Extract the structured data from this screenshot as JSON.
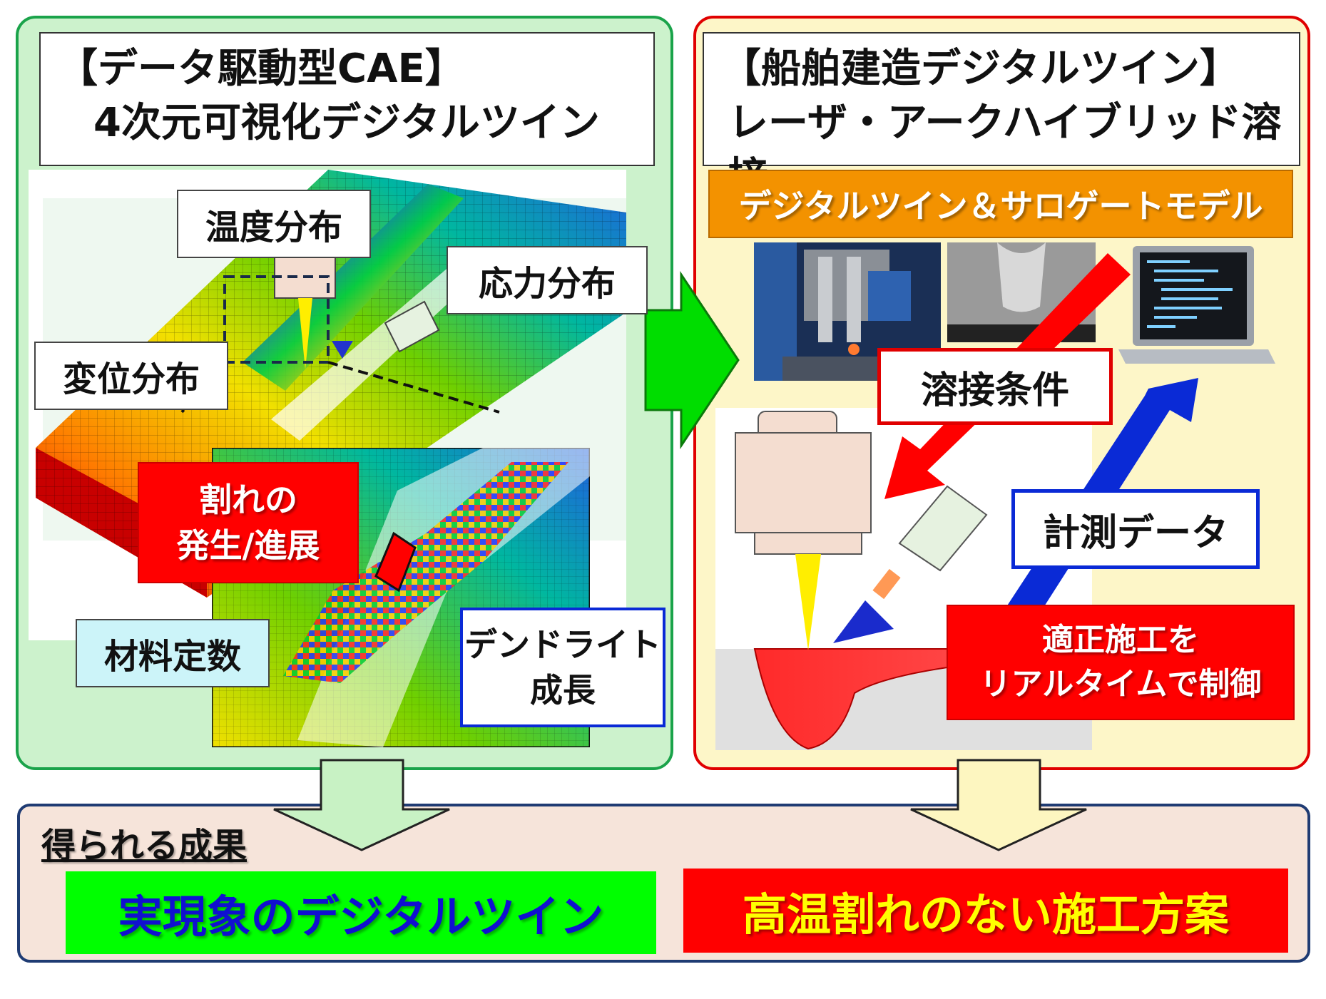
{
  "left_panel": {
    "title_line1": "【データ駆動型CAE】",
    "title_line2": "4次元可視化デジタルツイン",
    "labels": {
      "temperature": "温度分布",
      "stress": "応力分布",
      "displacement": "変位分布",
      "crack_line1": "割れの",
      "crack_line2": "発生/進展",
      "material": "材料定数",
      "dendrite_line1": "デンドライト",
      "dendrite_line2": "成長"
    }
  },
  "right_panel": {
    "title_line1": "【船舶建造デジタルツイン】",
    "title_line2": "レーザ・アークハイブリッド溶接",
    "banner": "デジタルツイン＆サロゲートモデル",
    "welding_conditions": "溶接条件",
    "measurement_data": "計測データ",
    "control_line1": "適正施工を",
    "control_line2": "リアルタイムで制御"
  },
  "results": {
    "heading": "得られる成果",
    "left": "実現象のデジタルツイン",
    "right": "高温割れのない施工方案"
  },
  "colors": {
    "left_panel_border": "#1aa34a",
    "left_panel_fill": "#ccf2cc",
    "right_panel_border": "#e00000",
    "right_panel_fill": "#fdf6c8",
    "results_border": "#1f3b73",
    "results_fill": "#f6e4da",
    "banner": "#f39200",
    "red_label": "#ff0000",
    "blue_border": "#0a2ad6",
    "result_left_bg": "#00ff00",
    "result_left_text": "#1010d0",
    "result_right_text": "#ffff00"
  }
}
